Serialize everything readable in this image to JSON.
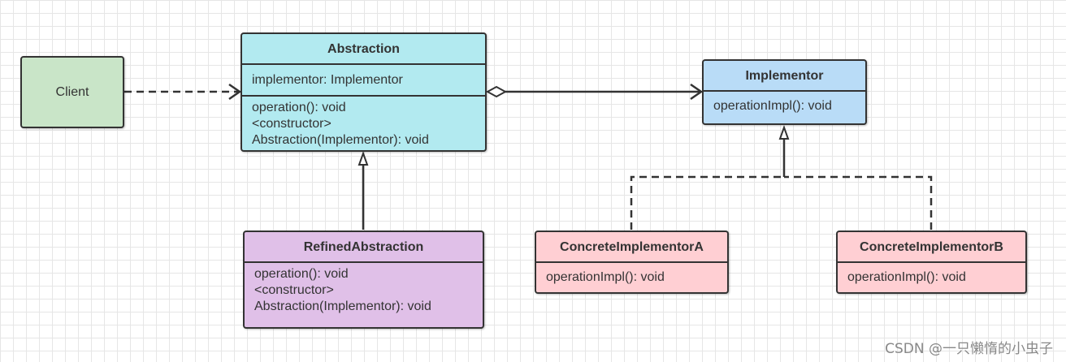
{
  "client": {
    "label": "Client"
  },
  "abstraction": {
    "title": "Abstraction",
    "attributes": [
      "implementor: Implementor"
    ],
    "operations": [
      "operation(): void",
      "<constructor>",
      "Abstraction(Implementor): void"
    ]
  },
  "refined_abstraction": {
    "title": "RefinedAbstraction",
    "operations": [
      "operation(): void",
      "<constructor>",
      "Abstraction(Implementor): void"
    ]
  },
  "implementor": {
    "title": "Implementor",
    "operations": [
      "operationImpl(): void"
    ]
  },
  "concrete_implementor_a": {
    "title": "ConcreteImplementorA",
    "operations": [
      "operationImpl(): void"
    ]
  },
  "concrete_implementor_b": {
    "title": "ConcreteImplementorB",
    "operations": [
      "operationImpl(): void"
    ]
  },
  "watermark": "CSDN @一只懒惰的小虫子",
  "colors": {
    "client_fill": "#c9e5c8",
    "abstraction_fill": "#b2eaf0",
    "refined_fill": "#e0c0e8",
    "implementor_fill": "#b9dcf7",
    "concrete_fill": "#ffcfd3",
    "stroke": "#333333"
  }
}
